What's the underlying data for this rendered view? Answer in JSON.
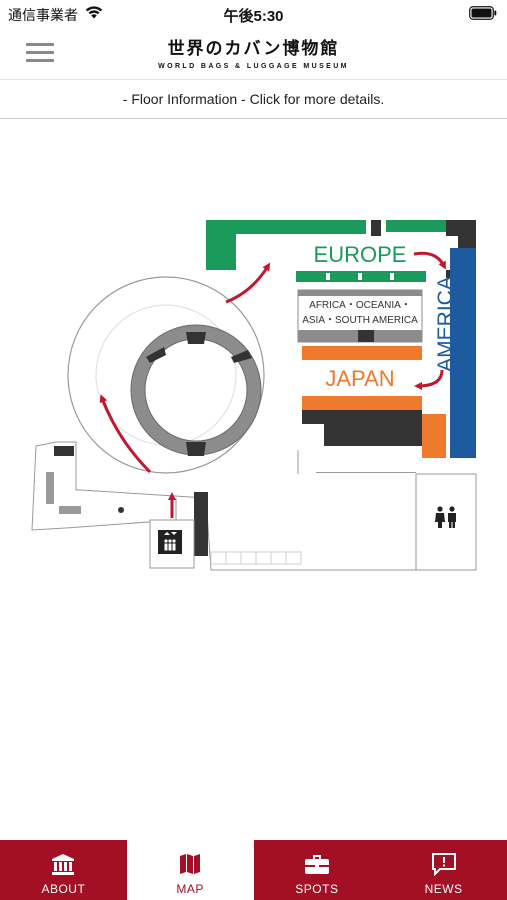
{
  "status_bar": {
    "carrier": "通信事業者",
    "time": "午後5:30",
    "icons": [
      "wifi-icon",
      "battery-icon"
    ]
  },
  "header": {
    "logo_jp": "世界のカバン博物館",
    "logo_en": "WORLD BAGS & LUGGAGE MUSEUM",
    "menu_icon": "hamburger-menu-icon"
  },
  "info_bar": {
    "text": "- Floor Information - Click for more details."
  },
  "map": {
    "labels": {
      "europe": "EUROPE",
      "america": "AMERICA",
      "africa_oceania": "AFRICA・OCEANIA・",
      "asia_south_america": "ASIA・SOUTH AMERICA",
      "japan": "JAPAN"
    },
    "colors": {
      "europe": "#1a9a5b",
      "america": "#1e5aa0",
      "japan": "#ee7a2e",
      "arrow": "#c0182e",
      "dark": "#333333",
      "grey": "#9a9a9a"
    }
  },
  "tabbar": {
    "items": [
      {
        "label": "ABOUT",
        "icon": "museum-icon",
        "active": false
      },
      {
        "label": "MAP",
        "icon": "map-icon",
        "active": true
      },
      {
        "label": "SPOTS",
        "icon": "briefcase-icon",
        "active": false
      },
      {
        "label": "NEWS",
        "icon": "news-icon",
        "active": false
      }
    ],
    "active_color": "#a30f25"
  }
}
